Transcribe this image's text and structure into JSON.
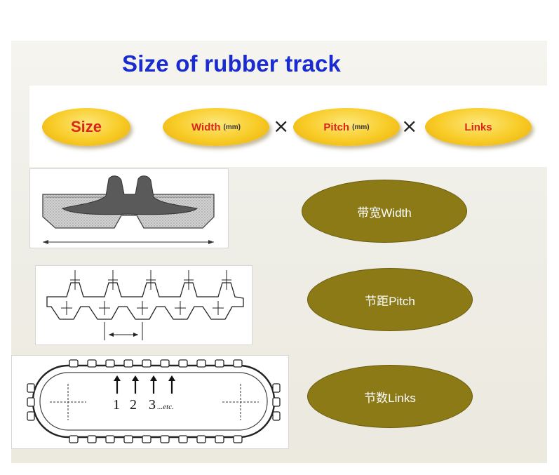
{
  "title": "Size of rubber track",
  "formula": {
    "size_label": "Size",
    "width_label": "Width",
    "width_unit": "(mm)",
    "pitch_label": "Pitch",
    "pitch_unit": "(mm)",
    "links_label": "Links",
    "operator": "×"
  },
  "legend": {
    "width": "带宽Width",
    "pitch": "节距Pitch",
    "links": "节数Links"
  },
  "links_diagram": {
    "num1": "1",
    "num2": "2",
    "num3": "3",
    "etc": "...etc."
  },
  "colors": {
    "title": "#1a2bd0",
    "yellow_oval": "#f8cb26",
    "yellow_text": "#d7271b",
    "olive_oval": "#8c7a17"
  }
}
